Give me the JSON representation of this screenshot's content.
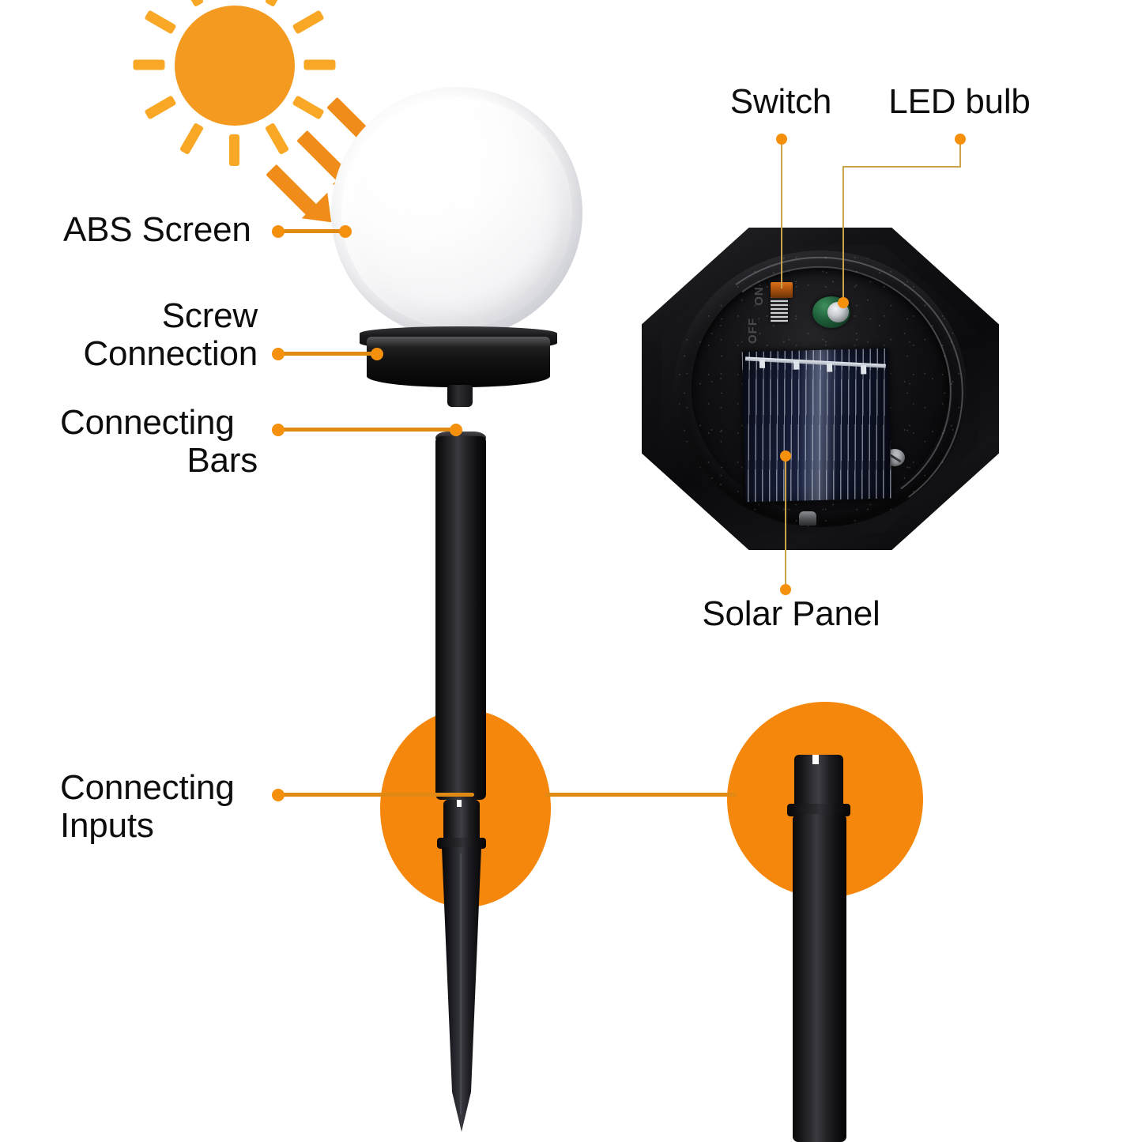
{
  "diagram": {
    "title": "Solar Garden Light Exploded Feature Diagram",
    "background": "#ffffff",
    "accent_orange": "#F5870D",
    "leader_orange": "#E08A14",
    "dot_orange": "#F4900C",
    "thin_leader": "#C9A24A",
    "label_color": "#0d0d0d"
  },
  "labels": {
    "abs_screen": "ABS Screen",
    "screw_connection_line1": "Screw",
    "screw_connection_line2": "Connection",
    "connecting_bars_line1": "Connecting",
    "connecting_bars_line2": "Bars",
    "connecting_inputs_line1": "Connecting",
    "connecting_inputs_line2": "Inputs",
    "switch": "Switch",
    "led_bulb": "LED bulb",
    "solar_panel": "Solar Panel"
  },
  "icons": {
    "sun": "sun-icon",
    "sunray_arrows": "sunlight-arrow-icon",
    "globe": "globe-diffuser",
    "housing": "octagonal-base-housing",
    "switch": "slide-switch",
    "led": "led-bulb-component",
    "panel": "solar-panel-cell",
    "screw": "screw-head",
    "pole": "pole-tube",
    "spike": "ground-spike"
  },
  "emboss_text": {
    "on": "ON",
    "off": "OFF"
  },
  "components": {
    "sun_ray_count": 12,
    "sunlight_arrow_count": 3,
    "panel_tab_count": 4,
    "highlight_circle_count": 2
  }
}
